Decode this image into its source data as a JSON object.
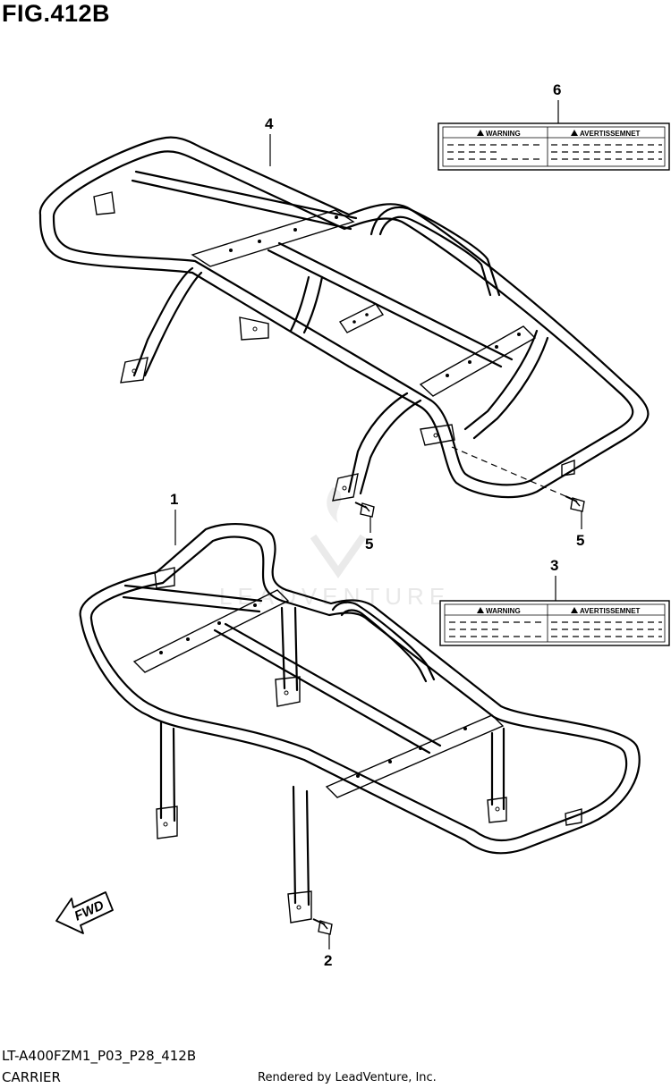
{
  "figure": {
    "title": "FIG.412B",
    "code": "LT-A400FZM1_P03_P28_412B",
    "name": "CARRIER",
    "rendered_by": "Rendered by LeadVenture, Inc.",
    "watermark": "LEADVENTURE"
  },
  "callouts": [
    {
      "id": "callout-1",
      "number": "1"
    },
    {
      "id": "callout-2",
      "number": "2"
    },
    {
      "id": "callout-3",
      "number": "3"
    },
    {
      "id": "callout-4",
      "number": "4"
    },
    {
      "id": "callout-5a",
      "number": "5"
    },
    {
      "id": "callout-5b",
      "number": "5"
    },
    {
      "id": "callout-6",
      "number": "6"
    }
  ],
  "warning_labels": {
    "warning": "WARNING",
    "avertissement": "AVERTISSEMNET"
  },
  "fwd_arrow": {
    "label": "FWD"
  }
}
